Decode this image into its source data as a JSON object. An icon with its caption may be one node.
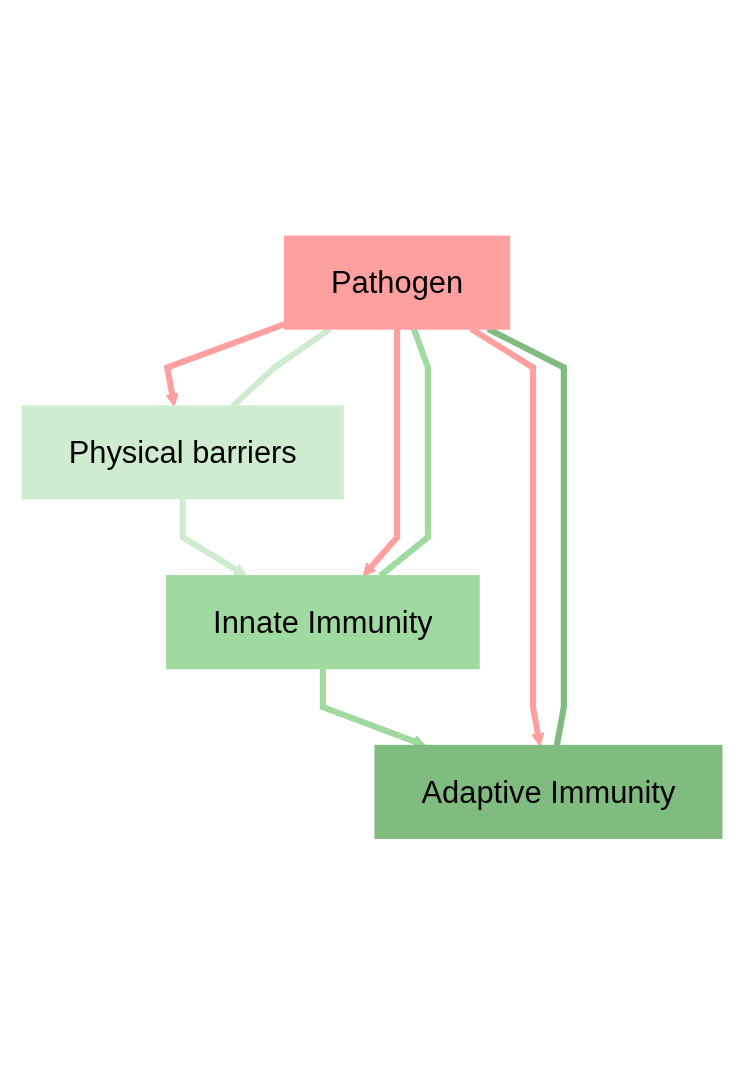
{
  "diagram": {
    "nodes": [
      {
        "text": [
          "Pathogen"
        ]
      },
      {
        "text": [
          "Physical barriers"
        ]
      },
      {
        "text": [
          "Innate Immunity"
        ]
      },
      {
        "text": [
          "Adaptive Immunity"
        ]
      }
    ],
    "edges": [
      {
        "from": 0,
        "to": 1,
        "arrow": "to",
        "color": "#ffa0a0"
      },
      {
        "from": 1,
        "to": 2,
        "arrow": "to",
        "color": "#d0ecd0"
      },
      {
        "from": 2,
        "to": 3,
        "arrow": "to",
        "color": "#a0daa0"
      },
      {
        "from": 0,
        "to": 2,
        "arrow": "to",
        "color": "#ffa0a0"
      },
      {
        "from": 0,
        "to": 3,
        "arrow": "to",
        "color": "#ffa0a0"
      },
      {
        "from": 1,
        "to": 0,
        "arrow": "none",
        "color": "#d0ecd0"
      },
      {
        "from": 2,
        "to": 0,
        "arrow": "none",
        "color": "#a0daa0"
      },
      {
        "from": 3,
        "to": 0,
        "arrow": "none",
        "color": "#80bb80"
      }
    ]
  }
}
